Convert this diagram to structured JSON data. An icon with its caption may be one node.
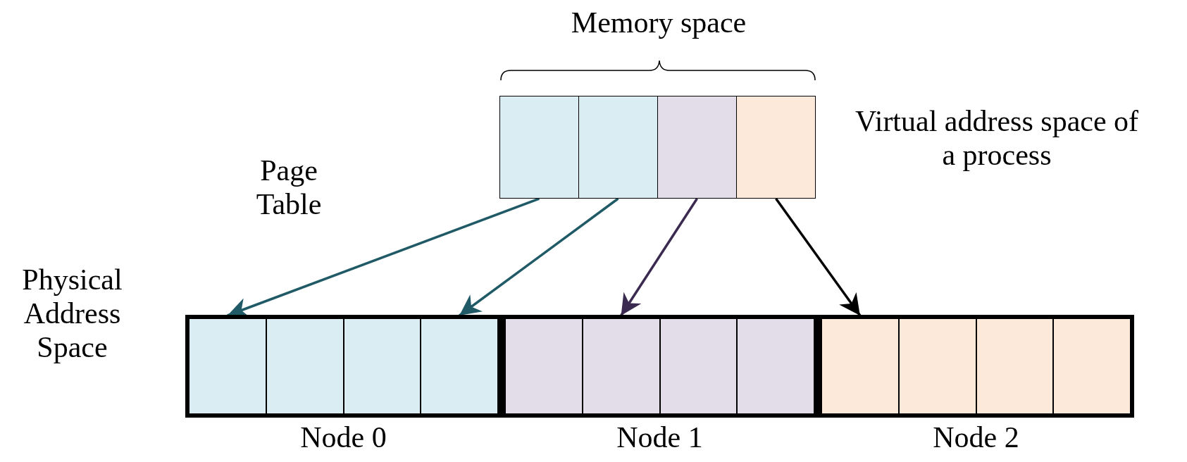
{
  "diagram": {
    "nodes": [
      {
        "text": [],
        "shape": "box"
      },
      {
        "text": [],
        "shape": "box"
      },
      {
        "text": [],
        "shape": "box"
      },
      {
        "text": [],
        "shape": "box"
      },
      {
        "text": [
          "Node 0"
        ]
      },
      {
        "text": [],
        "shape": "box",
        "in": 4
      },
      {
        "text": [],
        "shape": "box",
        "in": 4
      },
      {
        "text": [],
        "shape": "box",
        "in": 4
      },
      {
        "text": [],
        "shape": "box",
        "in": 4
      },
      {
        "text": [
          "Node 1"
        ]
      },
      {
        "text": [],
        "shape": "box",
        "in": 9
      },
      {
        "text": [],
        "shape": "box",
        "in": 9
      },
      {
        "text": [],
        "shape": "box",
        "in": 9
      },
      {
        "text": [],
        "shape": "box",
        "in": 9
      },
      {
        "text": [
          "Node 2"
        ]
      },
      {
        "text": [],
        "shape": "box",
        "in": 14
      },
      {
        "text": [],
        "shape": "box",
        "in": 14
      },
      {
        "text": [],
        "shape": "box",
        "in": 14
      },
      {
        "text": [],
        "shape": "box",
        "in": 14
      }
    ],
    "edges": [
      {
        "from": 0,
        "to": 5,
        "arrow": "to",
        "color": "#1f5a66"
      },
      {
        "from": 1,
        "to": 8,
        "arrow": "to",
        "color": "#1f5a66"
      },
      {
        "from": 2,
        "to": 11,
        "arrow": "to",
        "color": "#3b2a4f"
      },
      {
        "from": 3,
        "to": 15,
        "arrow": "to",
        "color": "#000000"
      }
    ],
    "labels": [
      "Memory space",
      "Virtual address space of a process",
      "Page Table",
      "Physical Address Space"
    ]
  }
}
